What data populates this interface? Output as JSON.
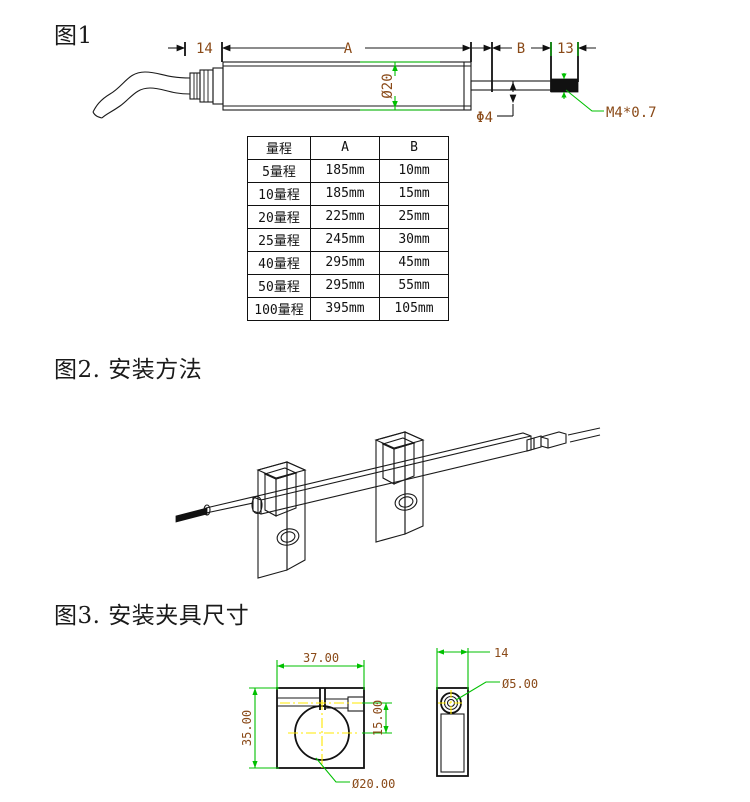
{
  "figures": {
    "fig1": {
      "caption": "图1",
      "dimensions": {
        "d_left": "14",
        "d_a": "A",
        "d_b": "B",
        "d_right": "13",
        "d_dia_body": "Ø20",
        "d_dia_rod": "Φ4",
        "thread_note": "M4*0.7"
      }
    },
    "fig2": {
      "caption": "图2. 安装方法"
    },
    "fig3": {
      "caption": "图3. 安装夹具尺寸",
      "front_view": {
        "width": "37.00",
        "height": "35.00",
        "slot_height": "15.00",
        "bore": "Ø20.00"
      },
      "side_view": {
        "thickness": "14",
        "hole": "Ø5.00"
      }
    }
  },
  "spec_table": {
    "headers": [
      "量程",
      "A",
      "B"
    ],
    "rows": [
      [
        "5量程",
        "185mm",
        "10mm"
      ],
      [
        "10量程",
        "185mm",
        "15mm"
      ],
      [
        "20量程",
        "225mm",
        "25mm"
      ],
      [
        "25量程",
        "245mm",
        "30mm"
      ],
      [
        "40量程",
        "295mm",
        "45mm"
      ],
      [
        "50量程",
        "295mm",
        "55mm"
      ],
      [
        "100量程",
        "395mm",
        "105mm"
      ]
    ]
  },
  "colors": {
    "line": "#1a1a1a",
    "dimension_text": "#8a4a18",
    "leader_green": "#00c000",
    "centerline_yellow": "#ffe800",
    "background": "#ffffff"
  }
}
